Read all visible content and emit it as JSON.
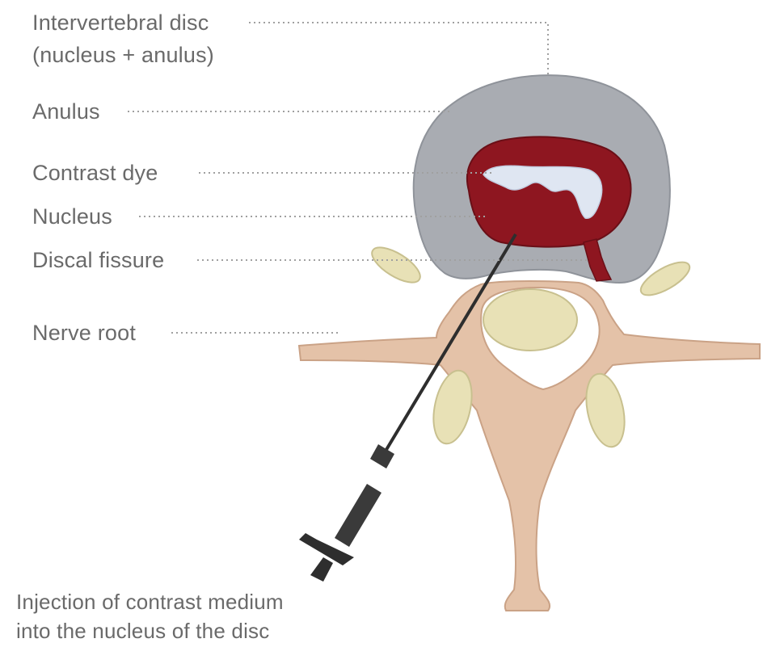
{
  "labels": {
    "intervertebral_disc": "Intervertebral disc",
    "intervertebral_disc_sub": "(nucleus + anulus)",
    "anulus": "Anulus",
    "contrast_dye": "Contrast dye",
    "nucleus": "Nucleus",
    "discal_fissure": "Discal fissure",
    "nerve_root": "Nerve root"
  },
  "caption": {
    "line1": "Injection of contrast medium",
    "line2": "into the nucleus of the disc"
  },
  "colors": {
    "anulus": "#a9acb2",
    "nucleus": "#8e1620",
    "contrast_dye": "#dfe6f2",
    "bone": "#e4c2a8",
    "bone_stroke": "#caa286",
    "facet": "#e8e1b6",
    "syringe": "#3a3a3a",
    "leader": "#a0a0a0",
    "text": "#6a6a6a"
  }
}
